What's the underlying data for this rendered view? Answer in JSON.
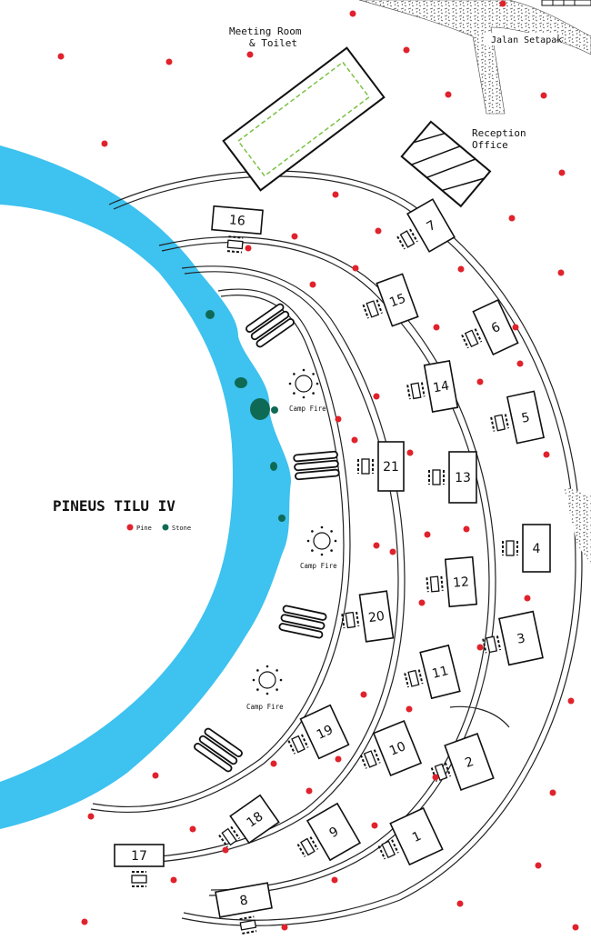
{
  "map": {
    "title": "PINEUS TILU IV",
    "legend": [
      {
        "label": "Pine",
        "color": "#e0222c"
      },
      {
        "label": "Stone",
        "color": "#0f6a55"
      }
    ],
    "labels": {
      "meeting_room_line1": "Meeting Room",
      "meeting_room_line2": "& Toilet",
      "reception_line1": "Reception",
      "reception_line2": "Office",
      "path": "Jalan Setapak",
      "camp_fire": "Camp Fire"
    },
    "colors": {
      "water": "#3ec2ef",
      "pine": "#e0222c",
      "stone": "#0f6a55",
      "outline": "#111111",
      "dashed_outline": "#7ac142"
    },
    "tents": [
      "1",
      "2",
      "3",
      "4",
      "5",
      "6",
      "7",
      "8",
      "9",
      "10",
      "11",
      "12",
      "13",
      "14",
      "15",
      "16",
      "17",
      "18",
      "19",
      "20",
      "21"
    ]
  }
}
